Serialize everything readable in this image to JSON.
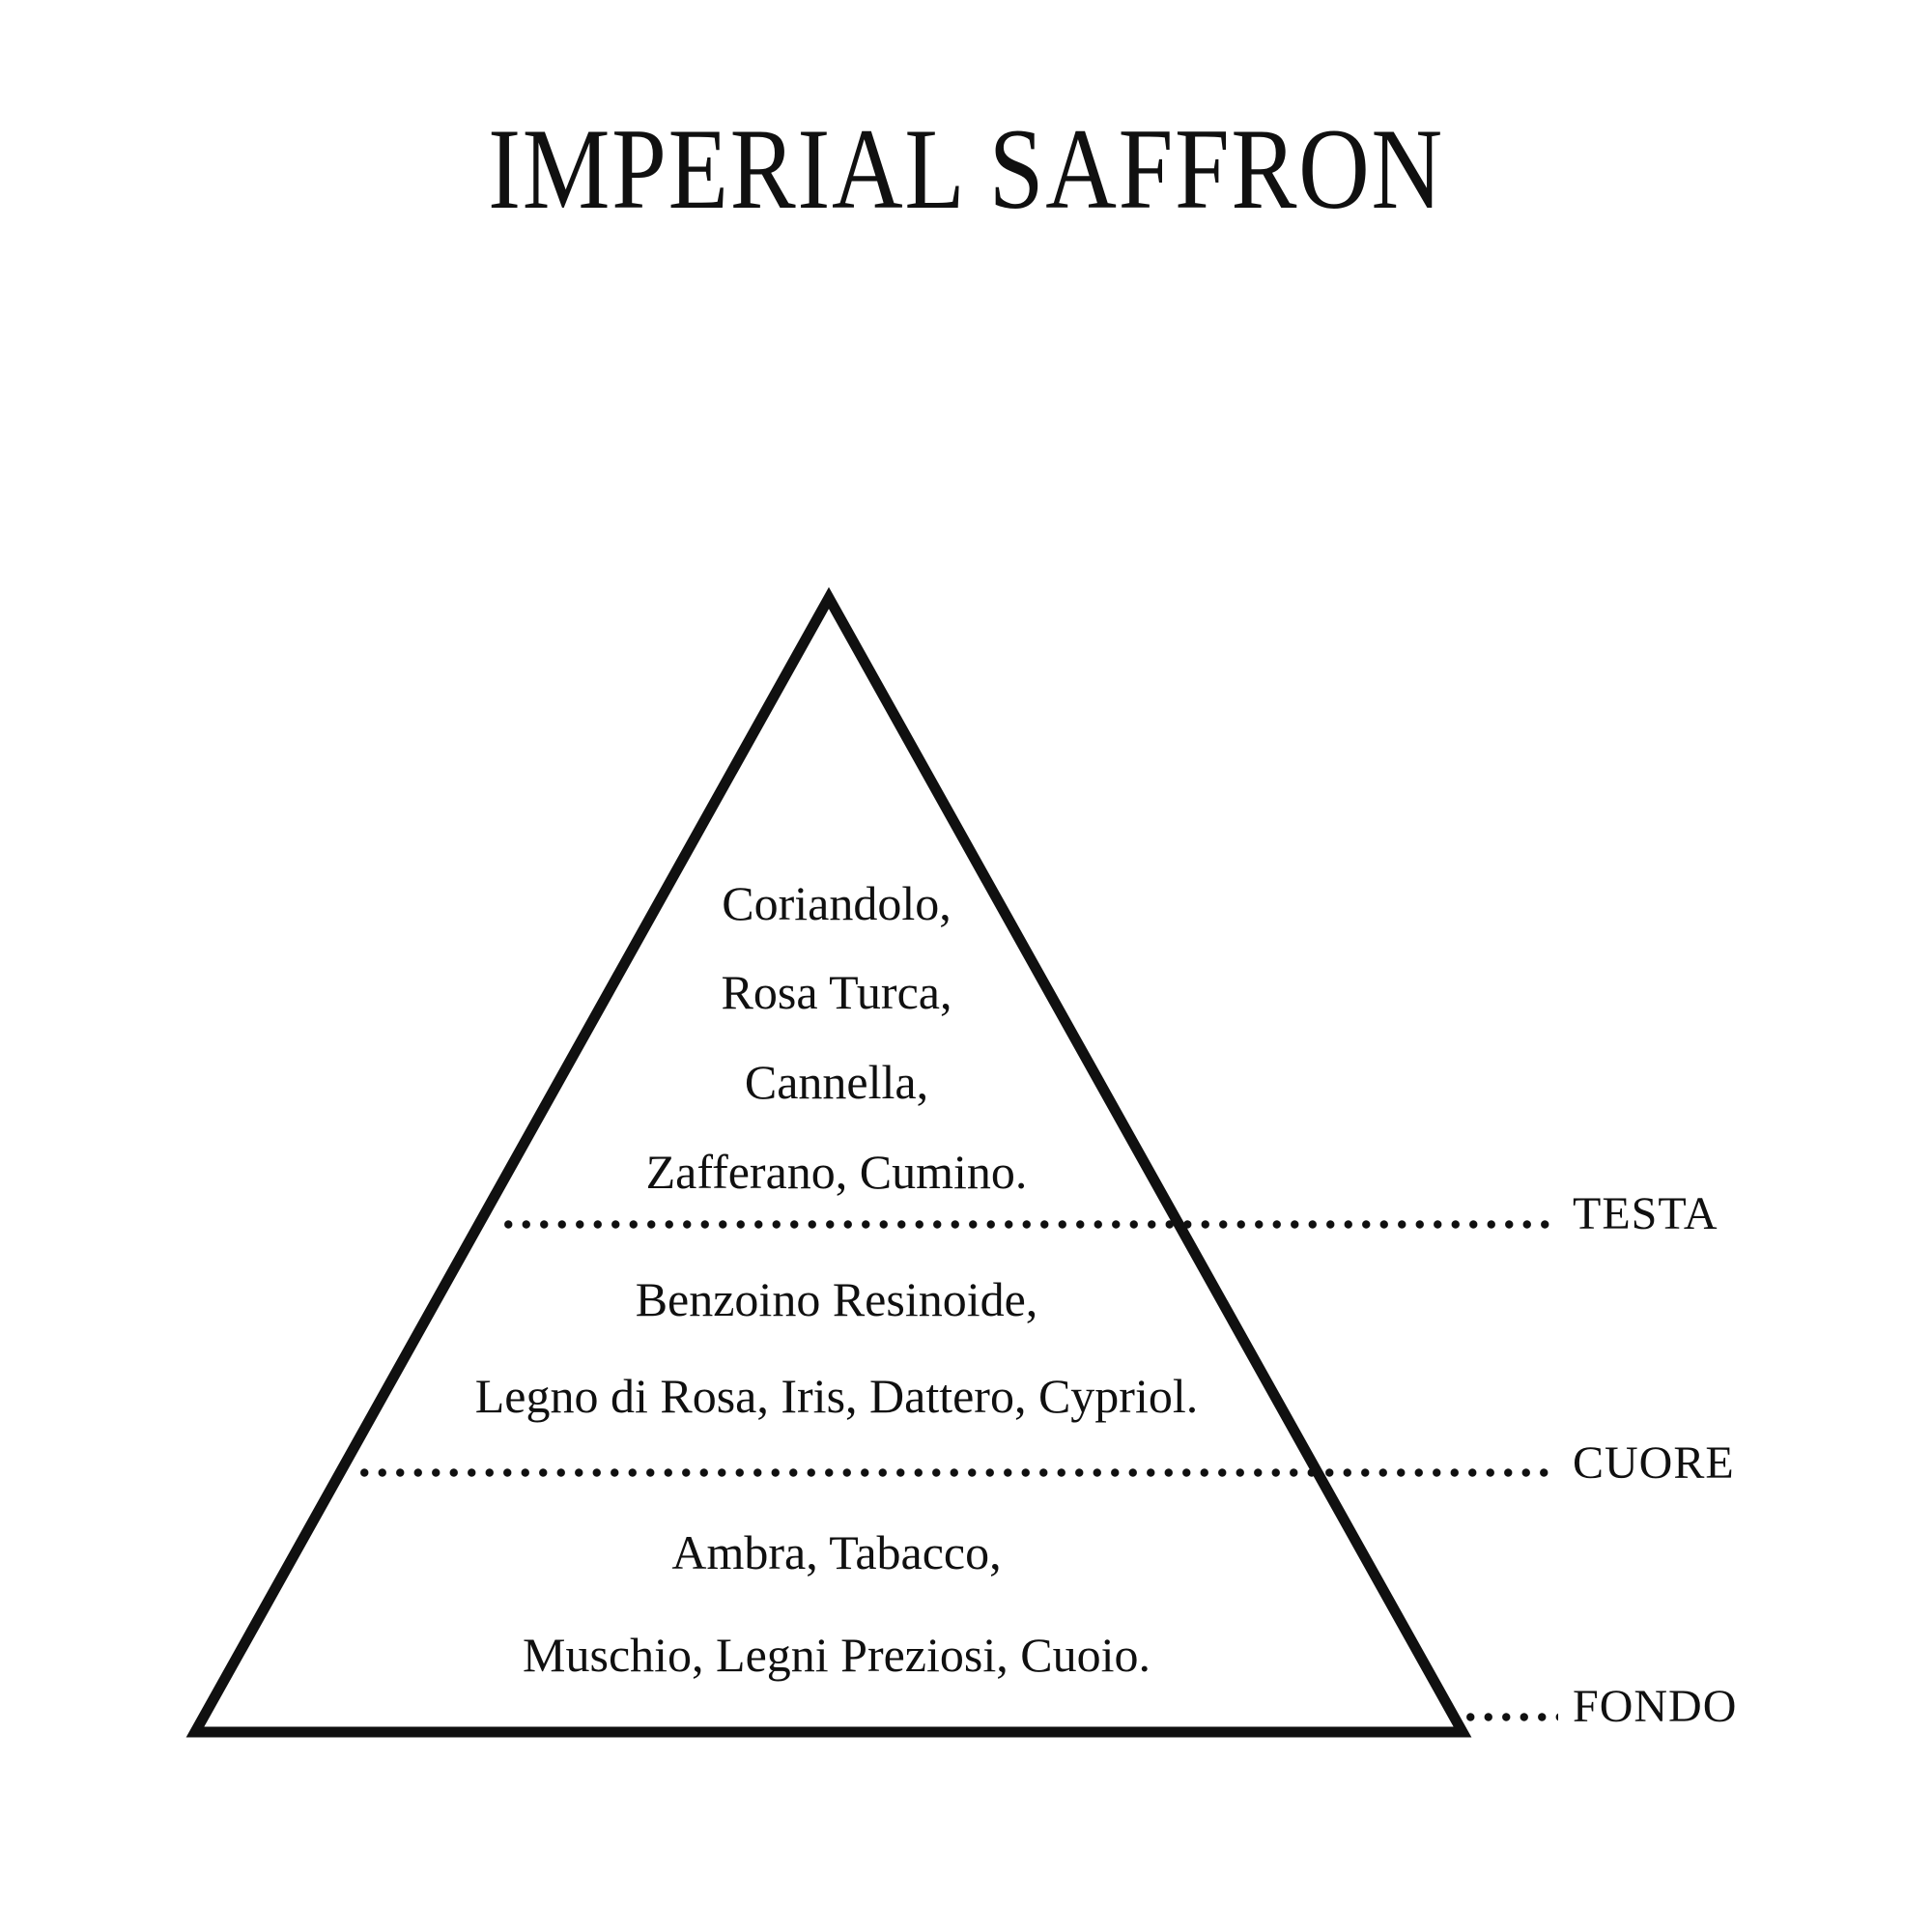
{
  "title": "IMPERIAL SAFFRON",
  "pyramid": {
    "levels": [
      {
        "name": "TESTA",
        "lines": [
          "Coriandolo,",
          "Rosa Turca,",
          "Cannella,",
          "Zafferano, Cumino."
        ]
      },
      {
        "name": "CUORE",
        "lines": [
          "Benzoino Resinoide,",
          "Legno di Rosa, Iris, Dattero, Cypriol."
        ]
      },
      {
        "name": "FONDO",
        "lines": [
          "Ambra, Tabacco,",
          "Muschio, Legni Preziosi, Cuoio."
        ]
      }
    ]
  },
  "colors": {
    "ink": "#101010",
    "background": "#ffffff"
  }
}
